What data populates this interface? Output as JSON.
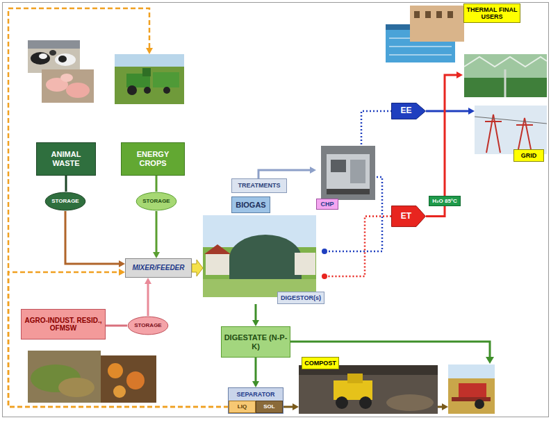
{
  "diagram": {
    "nodes": [
      {
        "text": [
          "THERMAL FINAL USERS"
        ]
      },
      {
        "text": [
          "ANIMAL WASTE"
        ]
      },
      {
        "text": [
          "ENERGY CROPS"
        ]
      },
      {
        "text": [
          "GRID"
        ]
      },
      {
        "text": [
          "EE"
        ]
      },
      {
        "text": [
          "CHP"
        ]
      },
      {
        "text": [
          "TREATMENTS"
        ]
      },
      {
        "text": [
          "BIOGAS"
        ]
      },
      {
        "text": [
          "STORAGE"
        ]
      },
      {
        "text": [
          "STORAGE"
        ]
      },
      {
        "text": [
          "ET"
        ]
      },
      {
        "text": [
          "MIXER/FEEDER"
        ]
      },
      {
        "text": [
          "DIGESTOR(s)"
        ]
      },
      {
        "text": [
          "AGRO-INDUST. RESID., OFMSW"
        ]
      },
      {
        "text": [
          "STORAGE"
        ]
      },
      {
        "text": [
          "DIGESTATE (N-P-K)"
        ]
      },
      {
        "text": [
          "COMPOST"
        ]
      },
      {
        "text": [
          "SEPARATOR"
        ]
      },
      {
        "text": [
          "LIQ"
        ],
        "in": 17
      },
      {
        "text": [
          "SOL"
        ],
        "in": 17
      }
    ],
    "edges": [
      {
        "from": 1,
        "to": 8,
        "arrow": "none"
      },
      {
        "from": 8,
        "to": 11,
        "arrow": "to"
      },
      {
        "from": 2,
        "to": 9,
        "arrow": "none"
      },
      {
        "from": 9,
        "to": 11,
        "arrow": "to"
      },
      {
        "from": 13,
        "to": 14,
        "arrow": "none"
      },
      {
        "from": 14,
        "to": 11,
        "arrow": "to"
      },
      {
        "from": 11,
        "to": 12,
        "arrow": "to"
      },
      {
        "from": 6,
        "to": 5,
        "arrow": "to"
      },
      {
        "from": 5,
        "to": 4,
        "arrow": "none"
      },
      {
        "from": 4,
        "to": 3,
        "arrow": "to"
      },
      {
        "from": 5,
        "to": 12,
        "arrow": "none"
      },
      {
        "from": 10,
        "to": 12,
        "arrow": "none"
      },
      {
        "from": 10,
        "to": 0,
        "label": "H₂O 85°C",
        "arrow": "to"
      },
      {
        "from": 12,
        "to": 15,
        "arrow": "to"
      },
      {
        "from": 15,
        "to": 17,
        "arrow": "to"
      },
      {
        "from": 19,
        "to": 16,
        "arrow": "to"
      },
      {
        "from": 18,
        "to": 11,
        "arrow": "to"
      },
      {
        "from": 18,
        "to": 2,
        "arrow": "to"
      }
    ]
  }
}
